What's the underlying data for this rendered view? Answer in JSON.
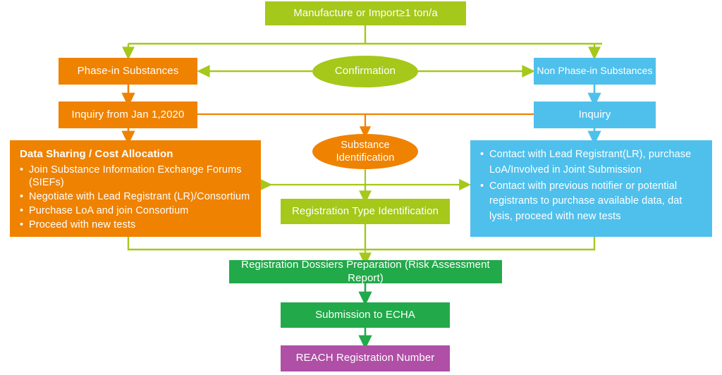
{
  "diagram": {
    "title": "REACH Registration Process Flowchart",
    "colors": {
      "green_light": "#a5c81a",
      "orange": "#ef8200",
      "blue": "#4fc0ec",
      "green_dark": "#22a94a",
      "purple": "#af4fa5",
      "text": "#ffffff",
      "background": "#ffffff"
    },
    "nodes": {
      "manufacture": {
        "label": "Manufacture or Import≥1 ton/a",
        "shape": "rect",
        "color": "#a5c81a"
      },
      "confirmation": {
        "label": "Confirmation",
        "shape": "ellipse",
        "color": "#a5c81a"
      },
      "phase_in": {
        "label": "Phase-in Substances",
        "shape": "rect",
        "color": "#ef8200"
      },
      "non_phase_in": {
        "label": "Non Phase-in Substances",
        "shape": "rect",
        "color": "#4fc0ec"
      },
      "inquiry_jan": {
        "label": "Inquiry from Jan 1,2020",
        "shape": "rect",
        "color": "#ef8200"
      },
      "inquiry": {
        "label": "Inquiry",
        "shape": "rect",
        "color": "#4fc0ec"
      },
      "substance_identification": {
        "label_line1": "Substance",
        "label_line2": "Identification",
        "shape": "ellipse",
        "color": "#ef8200"
      },
      "data_sharing": {
        "title": "Data Sharing / Cost Allocation",
        "bullets": [
          "Join Substance Information Exchange Forums (SIEFs)",
          "Negotiate with Lead Registrant (LR)/Consortium",
          "Purchase LoA and join Consortium",
          "Proceed with new tests"
        ],
        "shape": "rect",
        "color": "#ef8200"
      },
      "contact_lr": {
        "bullets": [
          "Contact with Lead Registrant(LR), purchase LoA/Involved in Joint Submission",
          "Contact with previous notifier or potential registrants to purchase available data, dat lysis, proceed with new tests"
        ],
        "shape": "rect",
        "color": "#4fc0ec"
      },
      "registration_type": {
        "label": "Registration Type Identification",
        "shape": "rect",
        "color": "#a5c81a"
      },
      "dossiers": {
        "label": "Registration Dossiers Preparation (Risk Assessment Report)",
        "shape": "rect",
        "color": "#22a94a"
      },
      "submission": {
        "label": "Submission to ECHA",
        "shape": "rect",
        "color": "#22a94a"
      },
      "reach_number": {
        "label": "REACH Registration Number",
        "shape": "rect",
        "color": "#af4fa5"
      }
    },
    "connectors": [
      {
        "name": "manufacture-to-phase-in",
        "color": "#a5c81a"
      },
      {
        "name": "manufacture-to-non-phase-in",
        "color": "#a5c81a"
      },
      {
        "name": "confirmation-to-phase-in",
        "color": "#a5c81a"
      },
      {
        "name": "confirmation-to-non-phase-in",
        "color": "#a5c81a"
      },
      {
        "name": "phase-in-to-inquiry-jan",
        "color": "#ef8200"
      },
      {
        "name": "non-phase-in-to-inquiry",
        "color": "#4fc0ec"
      },
      {
        "name": "inquiry-jan-to-data-sharing",
        "color": "#ef8200"
      },
      {
        "name": "inquiry-bus-to-substance-identification",
        "color": "#ef8200"
      },
      {
        "name": "inquiry-to-contact-lr",
        "color": "#4fc0ec"
      },
      {
        "name": "substance-identification-to-registration-type",
        "color": "#a5c81a"
      },
      {
        "name": "registration-type-bus-left",
        "color": "#a5c81a"
      },
      {
        "name": "registration-type-bus-right",
        "color": "#a5c81a"
      },
      {
        "name": "data-sharing-to-dossiers",
        "color": "#a5c81a"
      },
      {
        "name": "contact-lr-to-dossiers",
        "color": "#a5c81a"
      },
      {
        "name": "dossiers-to-submission",
        "color": "#22a94a"
      },
      {
        "name": "submission-to-reach-number",
        "color": "#22a94a"
      }
    ]
  }
}
